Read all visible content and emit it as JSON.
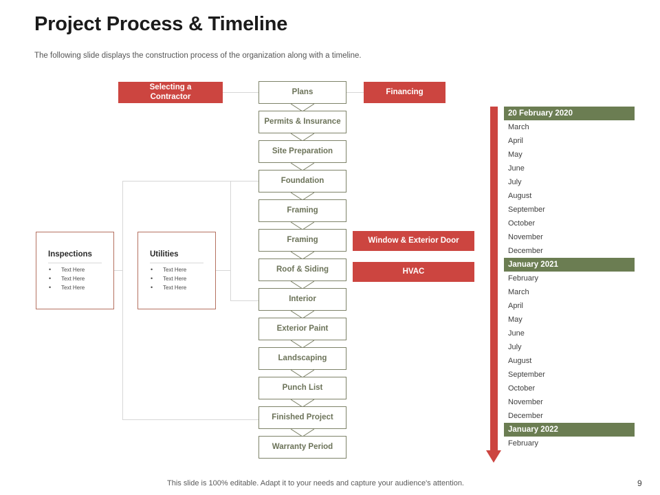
{
  "header": {
    "title": "Project Process & Timeline",
    "subtitle": "The following slide displays the construction process of the organization along with a timeline."
  },
  "flow": {
    "nodes": [
      {
        "label": "Plans"
      },
      {
        "label": "Permits & Insurance"
      },
      {
        "label": "Site  Preparation"
      },
      {
        "label": "Foundation"
      },
      {
        "label": "Framing"
      },
      {
        "label": "Framing"
      },
      {
        "label": "Roof & Siding"
      },
      {
        "label": "Interior"
      },
      {
        "label": "Exterior Paint"
      },
      {
        "label": "Landscaping"
      },
      {
        "label": "Punch List"
      },
      {
        "label": "Finished Project"
      },
      {
        "label": "Warranty  Period"
      }
    ]
  },
  "callouts": {
    "contractor": "Selecting a\nContractor",
    "contractor_line1": "Selecting a",
    "contractor_line2": "Contractor",
    "financing": "Financing",
    "window": "Window & Exterior Door",
    "hvac": "HVAC"
  },
  "cards": [
    {
      "title": "Inspections",
      "items": [
        "Text Here",
        "Text Here",
        "Text Here"
      ]
    },
    {
      "title": "Utilities",
      "items": [
        "Text Here",
        "Text Here",
        "Text Here"
      ]
    }
  ],
  "timeline": {
    "rows": [
      {
        "label": "20 February 2020",
        "mark": true
      },
      {
        "label": "March",
        "mark": false
      },
      {
        "label": "April",
        "mark": false
      },
      {
        "label": "May",
        "mark": false
      },
      {
        "label": "June",
        "mark": false
      },
      {
        "label": "July",
        "mark": false
      },
      {
        "label": "August",
        "mark": false
      },
      {
        "label": "September",
        "mark": false
      },
      {
        "label": "October",
        "mark": false
      },
      {
        "label": "November",
        "mark": false
      },
      {
        "label": "December",
        "mark": false
      },
      {
        "label": "January 2021",
        "mark": true
      },
      {
        "label": "February",
        "mark": false
      },
      {
        "label": "March",
        "mark": false
      },
      {
        "label": "April",
        "mark": false
      },
      {
        "label": "May",
        "mark": false
      },
      {
        "label": "June",
        "mark": false
      },
      {
        "label": "July",
        "mark": false
      },
      {
        "label": "August",
        "mark": false
      },
      {
        "label": "September",
        "mark": false
      },
      {
        "label": "October",
        "mark": false
      },
      {
        "label": "November",
        "mark": false
      },
      {
        "label": "December",
        "mark": false
      },
      {
        "label": "January 2022",
        "mark": true
      },
      {
        "label": "February",
        "mark": false
      }
    ]
  },
  "footer": {
    "note": "This slide is 100% editable. Adapt it to your needs and capture your audience's attention.",
    "page": "9"
  },
  "colors": {
    "accent_red": "#cc4540",
    "accent_green": "#6b7d52",
    "node_border": "#7d8268",
    "node_text": "#6c7359",
    "card_border": "#b4705f",
    "connector": "#d6d6d6"
  }
}
